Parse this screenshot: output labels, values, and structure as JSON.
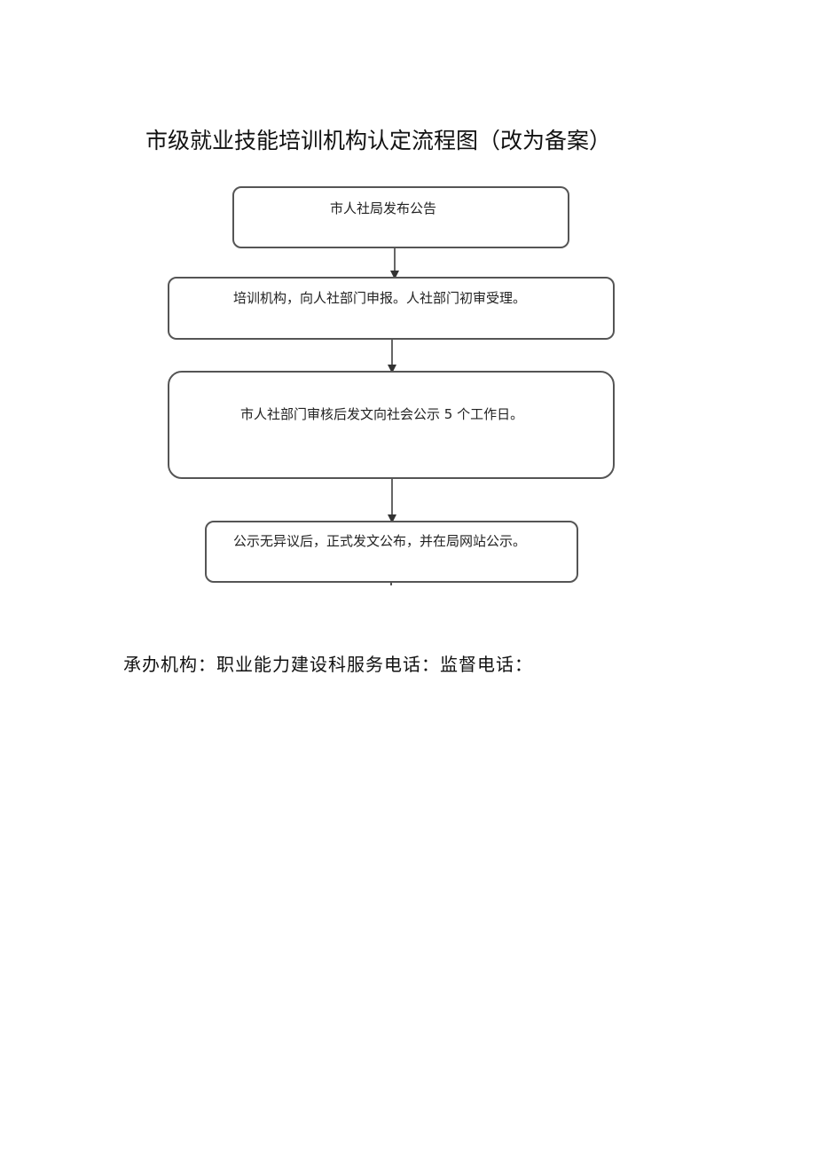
{
  "document": {
    "title": "市级就业技能培训机构认定流程图（改为备案）"
  },
  "flowchart": {
    "steps": [
      {
        "label": "市人社局发布公告"
      },
      {
        "label": "培训机构，向人社部门申报。人社部门初审受理。"
      },
      {
        "label": "市人社部门审核后发文向社会公示 5 个工作日。"
      },
      {
        "label": "公示无异议后，正式发文公布，并在局网站公示。"
      }
    ]
  },
  "footer": {
    "text": "承办机构：职业能力建设科服务电话：监督电话："
  }
}
